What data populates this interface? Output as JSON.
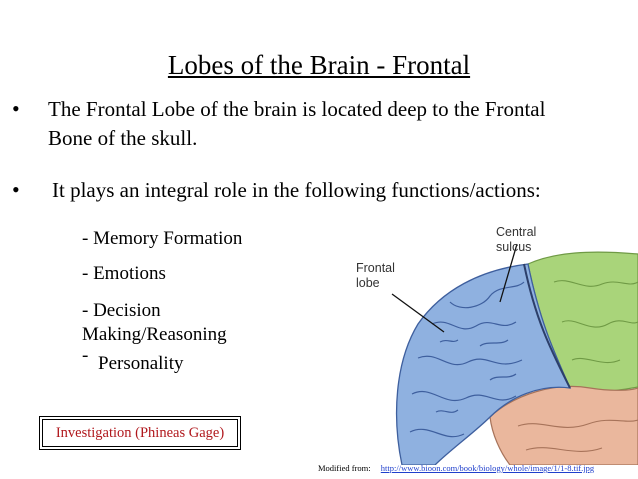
{
  "title": "Lobes of the Brain - Frontal",
  "bullets": [
    "The Frontal Lobe of the brain is located deep to the Frontal Bone of the skull.",
    "It plays an integral role in the following functions/actions:"
  ],
  "functions": [
    "-  Memory Formation",
    "-  Emotions",
    "- Decision",
    "Making/Reasoning",
    "Personality"
  ],
  "functions_dash": "-",
  "bullet_glyph": "•",
  "diagram_labels": {
    "frontal_lobe": [
      "Frontal",
      "lobe"
    ],
    "central_sulcus": [
      "Central",
      "sulcus"
    ]
  },
  "investigation_box": "Investigation (Phineas Gage)",
  "credit": {
    "prefix": "Modified from:",
    "url": "http://www.bioon.com/book/biology/whole/image/1/1-8.tif.jpg"
  },
  "colors": {
    "frontal_lobe": "#8fb1e0",
    "parietal_lobe": "#a9d47a",
    "temporal_lobe": "#eab79d",
    "link": "#1f3fcc",
    "investigation_text": "#b0171c"
  }
}
